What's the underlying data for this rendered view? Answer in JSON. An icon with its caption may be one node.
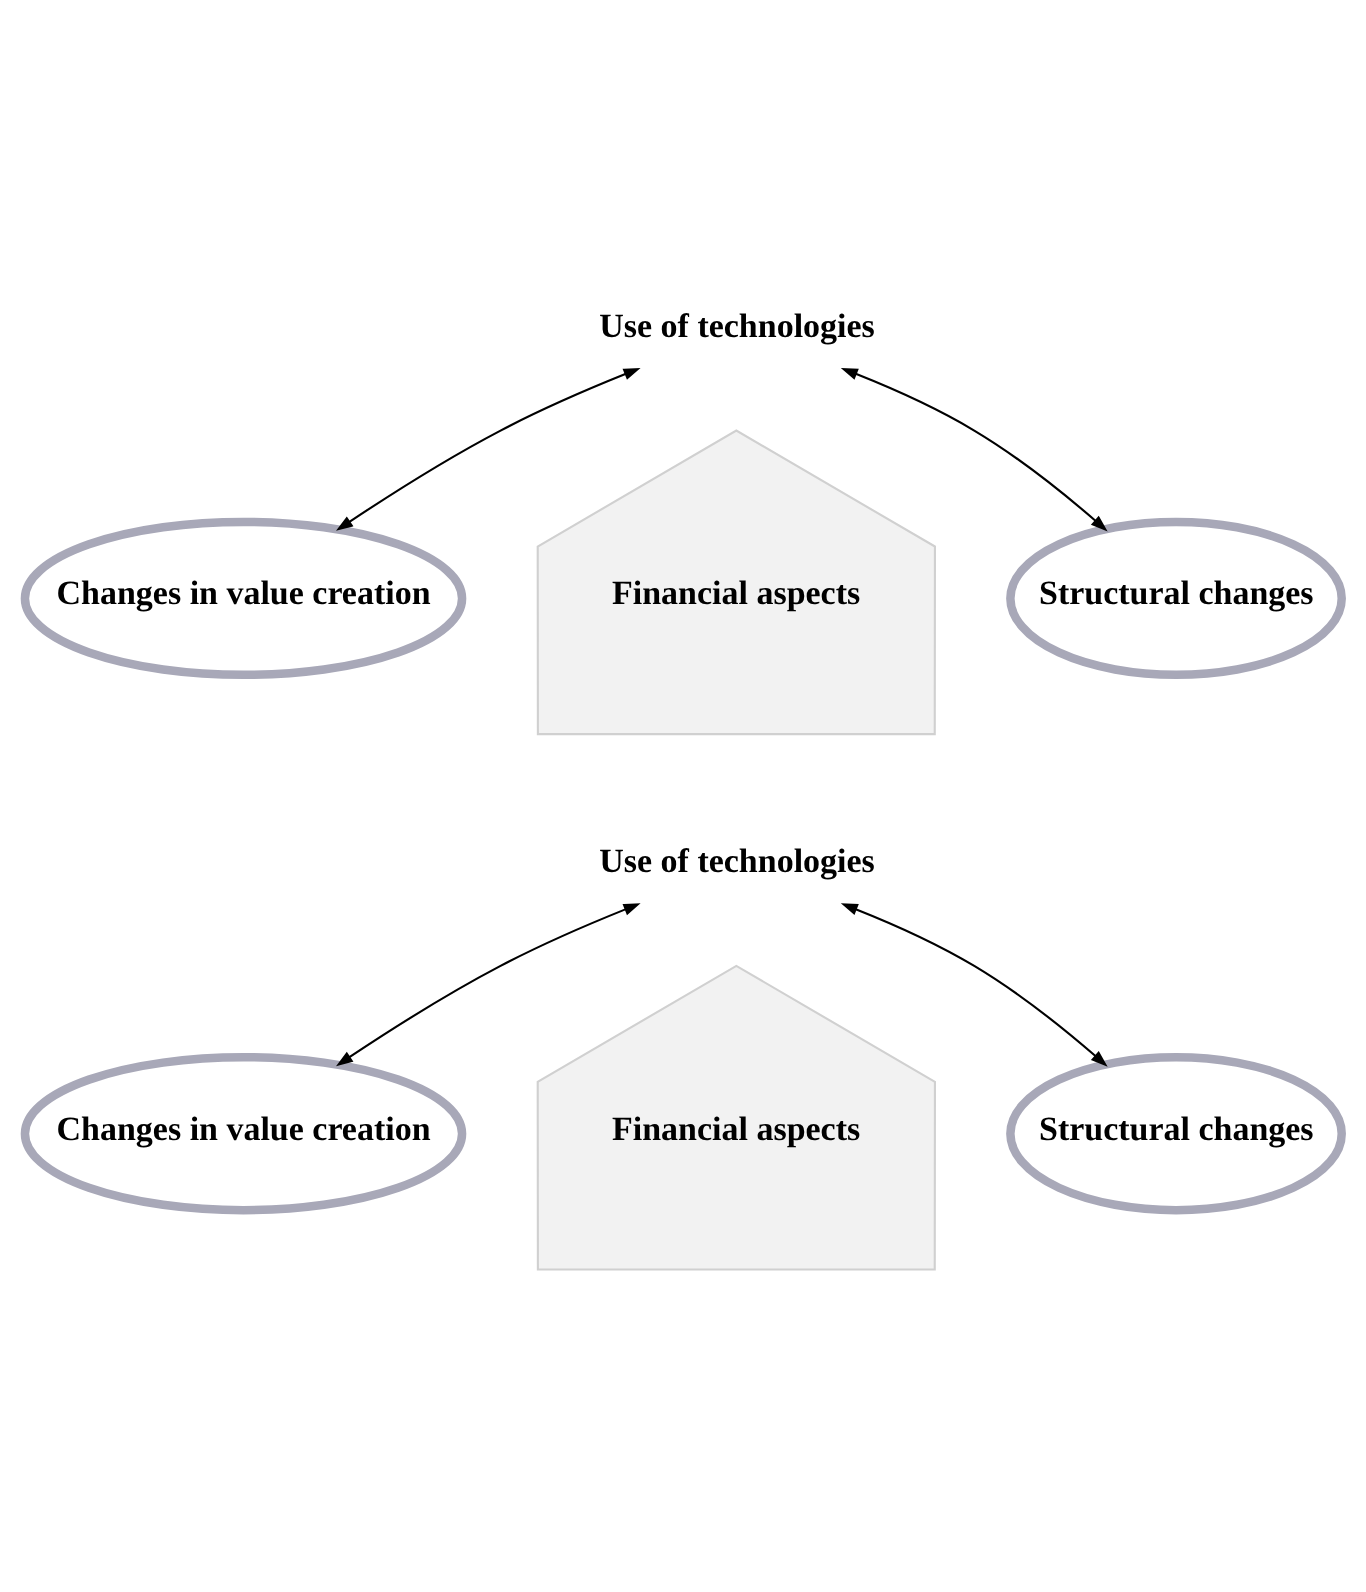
{
  "diagram": {
    "nodes": [
      {
        "text": [
          "Use of technologies"
        ]
      },
      {
        "text": [
          "Changes in value creation"
        ]
      },
      {
        "text": [
          "Financial aspects"
        ]
      },
      {
        "text": [
          "Structural changes"
        ]
      },
      {
        "text": [
          "Use of technologies"
        ]
      },
      {
        "text": [
          "Changes in value creation"
        ]
      },
      {
        "text": [
          "Financial aspects"
        ]
      },
      {
        "text": [
          "Structural changes"
        ]
      }
    ],
    "edges": [
      {
        "from": 0,
        "to": 1,
        "arrow": "both"
      },
      {
        "from": 0,
        "to": 3,
        "arrow": "both"
      },
      {
        "from": 4,
        "to": 5,
        "arrow": "both"
      },
      {
        "from": 4,
        "to": 7,
        "arrow": "both"
      }
    ]
  }
}
